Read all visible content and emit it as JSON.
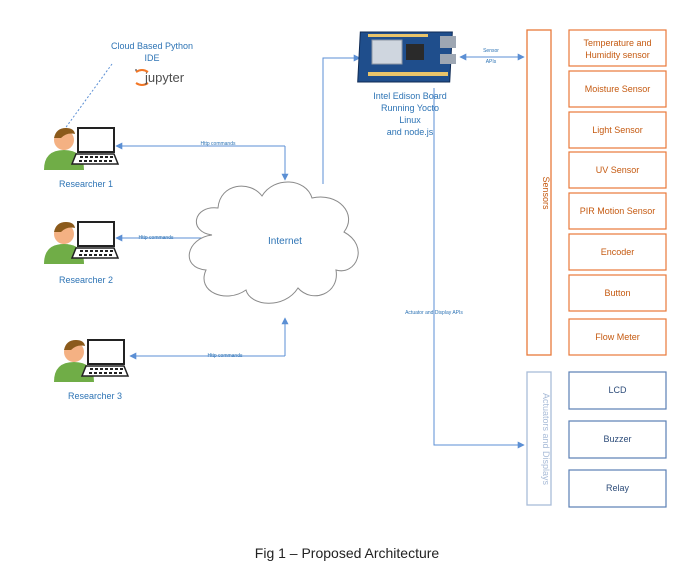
{
  "cloud_ide": {
    "title_line1": "Cloud Based Python",
    "title_line2": "IDE",
    "jupyter_label": "jupyter"
  },
  "researchers": [
    {
      "name": "Researcher 1",
      "link_label": "Http commands"
    },
    {
      "name": "Researcher 2",
      "link_label": "Http commands"
    },
    {
      "name": "Researcher 3",
      "link_label": "Http commands"
    }
  ],
  "internet_label": "Internet",
  "board": {
    "line1": "Intel Edison Board",
    "line2": "Running Yocto",
    "line3": "Linux",
    "line4": "and node.js"
  },
  "sensor_api_label": {
    "line1": "Sensor",
    "line2": "APIs"
  },
  "actuator_api_label": "Actuator and Display APIs",
  "sensors_bar_label": "Sensors",
  "actuators_bar_label": "Actuators and Displays",
  "sensors": [
    {
      "line1": "Temperature and",
      "line2": "Humidity sensor"
    },
    {
      "line1": "Moisture Sensor",
      "line2": ""
    },
    {
      "line1": "Light Sensor",
      "line2": ""
    },
    {
      "line1": "UV Sensor",
      "line2": ""
    },
    {
      "line1": "PIR Motion Sensor",
      "line2": ""
    },
    {
      "line1": "Encoder",
      "line2": ""
    },
    {
      "line1": "Button",
      "line2": ""
    },
    {
      "line1": "Flow Meter",
      "line2": ""
    }
  ],
  "actuators": [
    {
      "label": "LCD"
    },
    {
      "label": "Buzzer"
    },
    {
      "label": "Relay"
    }
  ],
  "caption": "Fig 1 – Proposed Architecture",
  "colors": {
    "sensor": "#e8793a",
    "actuator": "#5b7fb5",
    "actuator_bar": "#a9bcd8",
    "text_blue": "#2e74b5",
    "arrow": "#5b8fd4",
    "face": "#f4b183",
    "body": "#70ad47",
    "hair": "#8b5a1b"
  }
}
